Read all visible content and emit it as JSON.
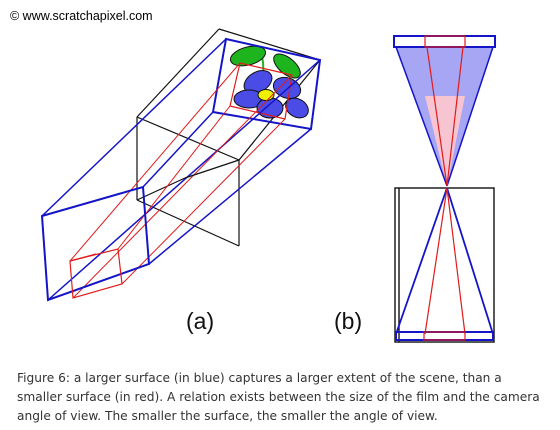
{
  "header": {
    "copyright": "© www.scratchapixel.com"
  },
  "figure": {
    "label_a": "(a)",
    "label_b": "(b)",
    "colors": {
      "large_surface": "#1414c8",
      "small_surface": "#e01c1c",
      "box": "#111111",
      "leaf": "#1eb41e",
      "petal": "#4b4be6",
      "flower_center": "#f0f000",
      "large_cone_fill": "#a6a6f4",
      "small_cone_fill": "#f7c5d2"
    }
  },
  "caption": {
    "text": "Figure 6: a larger surface (in blue) captures a larger extent of the scene, than a smaller surface (in red). A relation exists between the size of the film and the camera angle of view. The smaller the surface, the smaller the angle of view."
  }
}
